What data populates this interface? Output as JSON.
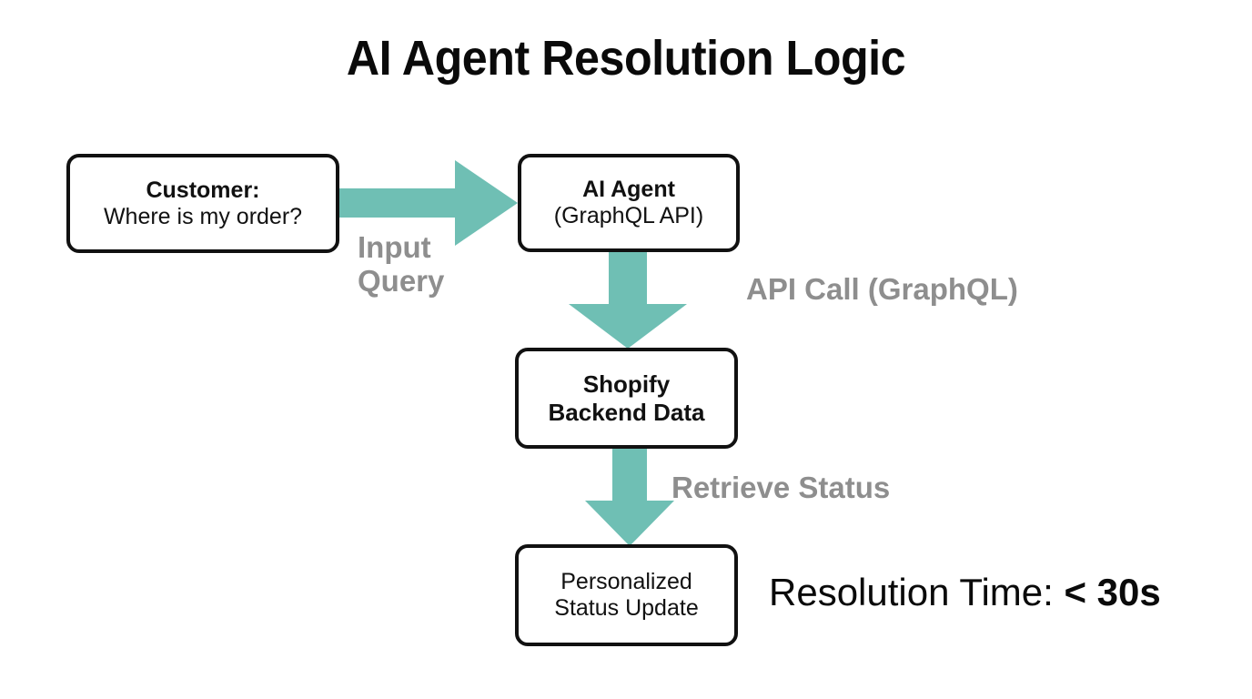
{
  "title": "AI Agent Resolution Logic",
  "theme": {
    "accent": "#6FBFB4",
    "box_border": "#111111",
    "label_gray": "#8E8E8E",
    "background": "#FFFFFF",
    "text": "#0A0A0A"
  },
  "nodes": {
    "customer": {
      "line1": "Customer:",
      "line2": "Where is my order?"
    },
    "agent": {
      "line1": "AI Agent",
      "line2": "(GraphQL API)"
    },
    "backend": {
      "line1": "Shopify",
      "line2": "Backend Data"
    },
    "output": {
      "line1": "Personalized",
      "line2": "Status Update"
    }
  },
  "edges": {
    "input_query": {
      "line1": "Input",
      "line2": "Query",
      "direction": "right"
    },
    "api_call": {
      "label": "API Call (GraphQL)",
      "direction": "down"
    },
    "retrieve": {
      "label": "Retrieve Status",
      "direction": "down"
    }
  },
  "metric": {
    "label": "Resolution Time: ",
    "value": "< 30s"
  }
}
